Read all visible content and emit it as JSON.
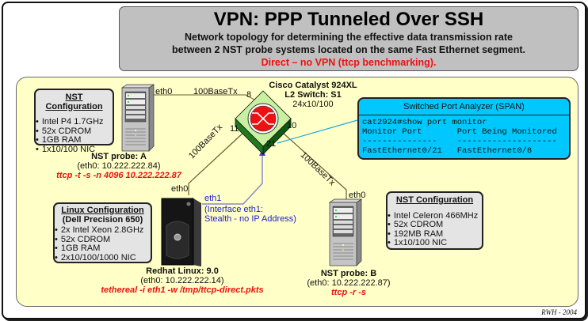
{
  "header": {
    "title": "VPN: PPP Tunneled Over SSH",
    "subtitle_line1": "Network topology for determining the effective data transmission rate",
    "subtitle_line2": "between 2 NST probe systems located on the same Fast Ethernet segment.",
    "subtitle_red": "Direct – no VPN (ttcp benchmarking)."
  },
  "switch": {
    "name": "Cisco Catalyst 924XL",
    "role": "L2 Switch: S1",
    "ports_desc": "24x10/100",
    "port_labels": {
      "p8": "8",
      "p10": "10",
      "p11": "11",
      "p21": "21"
    },
    "icon": "switch-icon"
  },
  "links": {
    "a_to_switch": {
      "iface": "eth0",
      "media": "100BaseTx"
    },
    "linux_to_switch": {
      "iface": "eth0",
      "media": "100BaseTx"
    },
    "b_to_switch": {
      "iface": "eth0",
      "media": "100BaseTx"
    },
    "linux_eth1": {
      "iface": "eth1",
      "note_line1": "(Interface eth1:",
      "note_line2": "Stealth - no IP Address)"
    }
  },
  "probe_a": {
    "config_title": "NST Configuration",
    "config_items": [
      "Intel P4 1.7GHz",
      "52x CDROM",
      "1GB RAM",
      "1x10/100 NIC"
    ],
    "name": "NST probe: A",
    "ip": "(eth0: 10.222.222.84)",
    "command": "ttcp -t -s -n 4096 10.222.222.87"
  },
  "linux": {
    "config_title": "Linux Configuration",
    "config_subtitle": "(Dell Precision 650)",
    "config_items": [
      "2x Intel Xeon 2.8GHz",
      "52x CDROM",
      "1GB RAM",
      "2x10/100/1000 NIC"
    ],
    "name": "Redhat Linux: 9.0",
    "ip": "(eth0: 10.222.222.14)",
    "command": "tethereal -i eth1 -w /tmp/ttcp-direct.pkts"
  },
  "probe_b": {
    "config_title": "NST Configuration",
    "config_items": [
      "Intel Celeron 466MHz",
      "52x CDROM",
      "192MB RAM",
      "1x10/100 NIC"
    ],
    "name": "NST probe: B",
    "ip": "(eth0: 10.222.222.87)",
    "command": "ttcp -r -s"
  },
  "span": {
    "title": "Switched Port Analyzer (SPAN)",
    "lines": [
      "cat2924#show port monitor",
      "Monitor Port       Port Being Monitored",
      "---------------    --------------------",
      "FastEthernet0/21   FastEthernet0/8"
    ]
  },
  "credit": "RWH - 2004",
  "colors": {
    "title_bg": "#c0c0c0",
    "area_bg": "#ffffc8",
    "span_bg": "#00c8ff",
    "command_red": "#ee1111",
    "stealth_blue": "#2222cc",
    "switch_top": "#c8f0a0",
    "switch_side": "#1e7a1e",
    "switch_disc": "#ee1111"
  }
}
